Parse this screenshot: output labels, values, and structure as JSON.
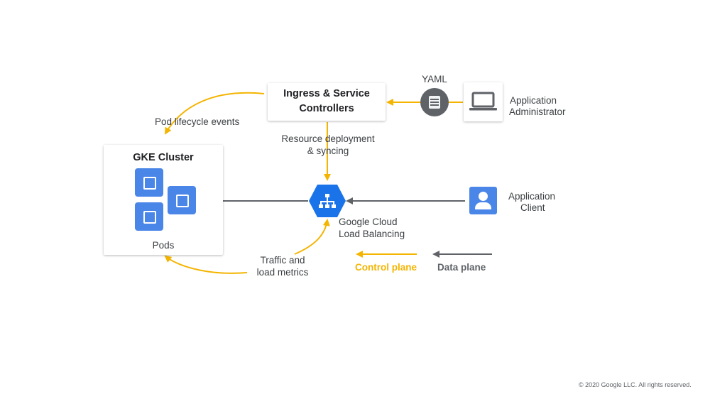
{
  "controllers": {
    "line1": "Ingress & Service",
    "line2": "Controllers"
  },
  "yaml": "YAML",
  "admin": {
    "line1": "Application",
    "line2": "Administrator"
  },
  "pod_events": "Pod lifecycle events",
  "resource": {
    "line1": "Resource deployment",
    "line2": "& syncing"
  },
  "cluster": {
    "title": "GKE Cluster",
    "pods": "Pods"
  },
  "lb": {
    "line1": "Google Cloud",
    "line2": "Load Balancing"
  },
  "client": {
    "line1": "Application",
    "line2": "Client"
  },
  "traffic": {
    "line1": "Traffic and",
    "line2": "load metrics"
  },
  "legend": {
    "control": "Control plane",
    "data": "Data plane"
  },
  "copyright": "© 2020 Google LLC. All rights reserved.",
  "colors": {
    "control": "#f4b400",
    "data": "#5f6368",
    "blue": "#4a86e8",
    "lb_blue": "#1a73e8"
  },
  "icons": [
    "laptop-icon",
    "yaml-document-icon",
    "load-balancer-icon",
    "user-icon",
    "pod-icon"
  ]
}
